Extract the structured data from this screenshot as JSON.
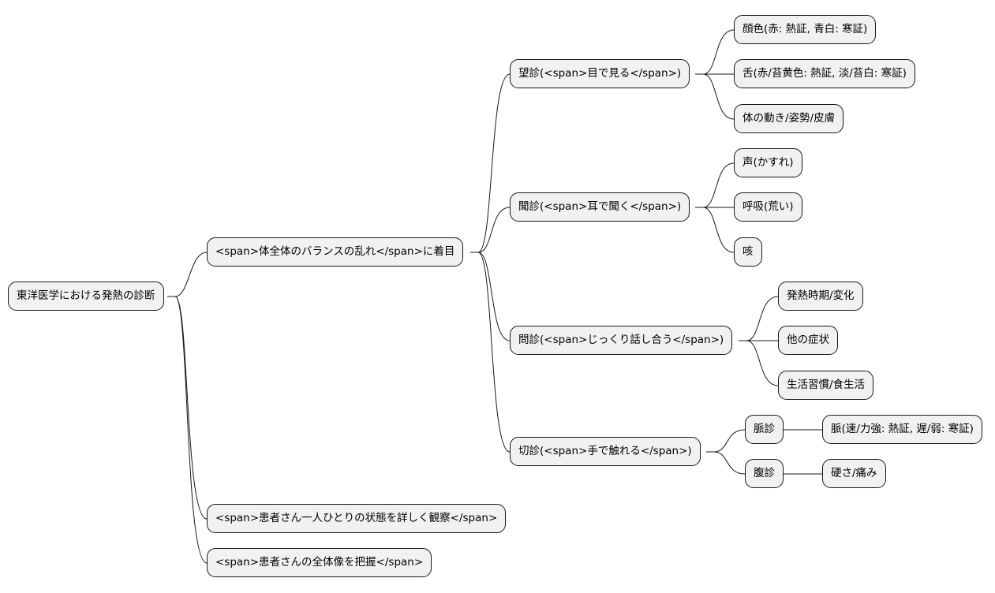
{
  "root": {
    "label": "東洋医学における発熱の診断"
  },
  "branches": {
    "focus": {
      "label": "<span>体全体のバランスの乱れ</span>に着目"
    },
    "observe": {
      "label": "<span>患者さん一人ひとりの状態を詳しく観察</span>"
    },
    "grasp": {
      "label": "<span>患者さんの全体像を把握</span>"
    }
  },
  "methods": {
    "bo": {
      "label": "望診(<span>目で見る</span>)",
      "items": [
        "顔色(赤: 熱証, 青白: 寒証)",
        "舌(赤/苔黄色: 熱証, 淡/苔白: 寒証)",
        "体の動き/姿勢/皮膚"
      ]
    },
    "bun": {
      "label": "聞診(<span>耳で聞く</span>)",
      "items": [
        "声(かすれ)",
        "呼吸(荒い)",
        "咳"
      ]
    },
    "mon": {
      "label": "問診(<span>じっくり話し合う</span>)",
      "items": [
        "発熱時期/変化",
        "他の症状",
        "生活習慣/食生活"
      ]
    },
    "setsu": {
      "label": "切診(<span>手で触れる</span>)",
      "items": [
        {
          "label": "脈診",
          "detail": "脈(速/力強: 熱証, 遅/弱: 寒証)"
        },
        {
          "label": "腹診",
          "detail": "硬さ/痛み"
        }
      ]
    }
  }
}
